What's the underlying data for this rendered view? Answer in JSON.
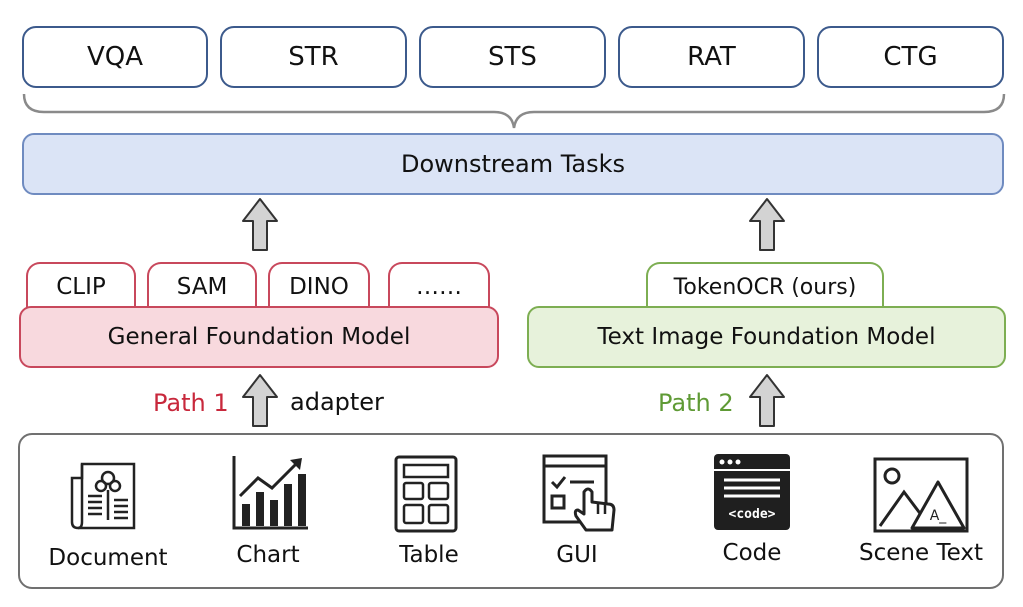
{
  "tasks": [
    "VQA",
    "STR",
    "STS",
    "RAT",
    "CTG"
  ],
  "downstream": "Downstream Tasks",
  "path1": {
    "tabs": [
      "CLIP",
      "SAM",
      "DINO",
      "……"
    ],
    "model": "General Foundation Model",
    "label": "Path 1",
    "adapter": "adapter",
    "label_color": "#c8283c"
  },
  "path2": {
    "tab": "TokenOCR (ours)",
    "model": "Text Image Foundation Model",
    "label": "Path 2",
    "label_color": "#5f9a35"
  },
  "inputs": [
    {
      "label": "Document",
      "icon": "document-icon"
    },
    {
      "label": "Chart",
      "icon": "chart-icon"
    },
    {
      "label": "Table",
      "icon": "table-icon"
    },
    {
      "label": "GUI",
      "icon": "gui-icon"
    },
    {
      "label": "Code",
      "icon": "code-icon"
    },
    {
      "label": "Scene Text",
      "icon": "scene-text-icon"
    }
  ],
  "code_icon_text": "<code>",
  "scene_icon_text": "A_"
}
